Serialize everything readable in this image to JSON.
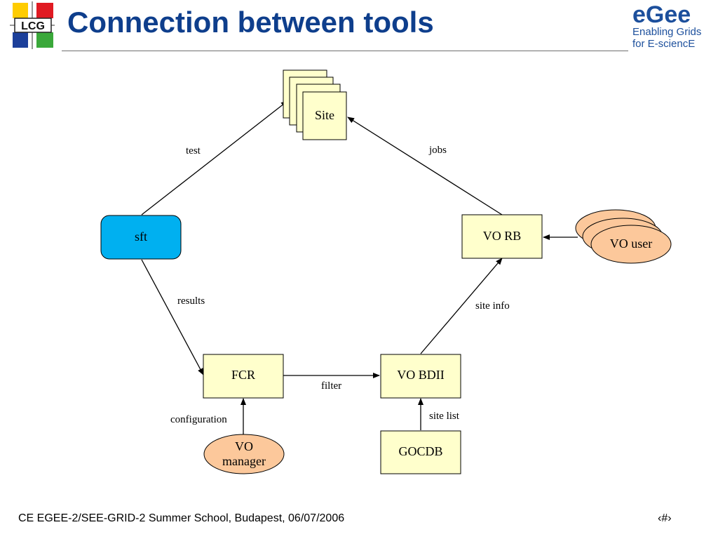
{
  "slide": {
    "title": "Connection between tools",
    "footer": "CE EGEE-2/SEE-GRID-2 Summer School, Budapest, 06/07/2006",
    "page_number": "‹#›"
  },
  "logos": {
    "lcg_text": "LCG",
    "egee_text": "eGee",
    "egee_tagline_1": "Enabling Grids",
    "egee_tagline_2": "for E-sciencE"
  },
  "colors": {
    "title": "#0e3e8c",
    "box_fill": "#ffffcc",
    "sft_fill": "#00b0f0",
    "ellipse_fill": "#fcc89b"
  },
  "nodes": {
    "site": "Site",
    "sft": "sft",
    "vo_rb": "VO RB",
    "vo_user": "VO user",
    "fcr": "FCR",
    "vo_bdii": "VO BDII",
    "gocdb": "GOCDB",
    "vo_manager_1": "VO",
    "vo_manager_2": "manager"
  },
  "edges": {
    "test": "test",
    "jobs": "jobs",
    "results": "results",
    "site_info": "site info",
    "filter": "filter",
    "configuration": "configuration",
    "site_list": "site list"
  }
}
